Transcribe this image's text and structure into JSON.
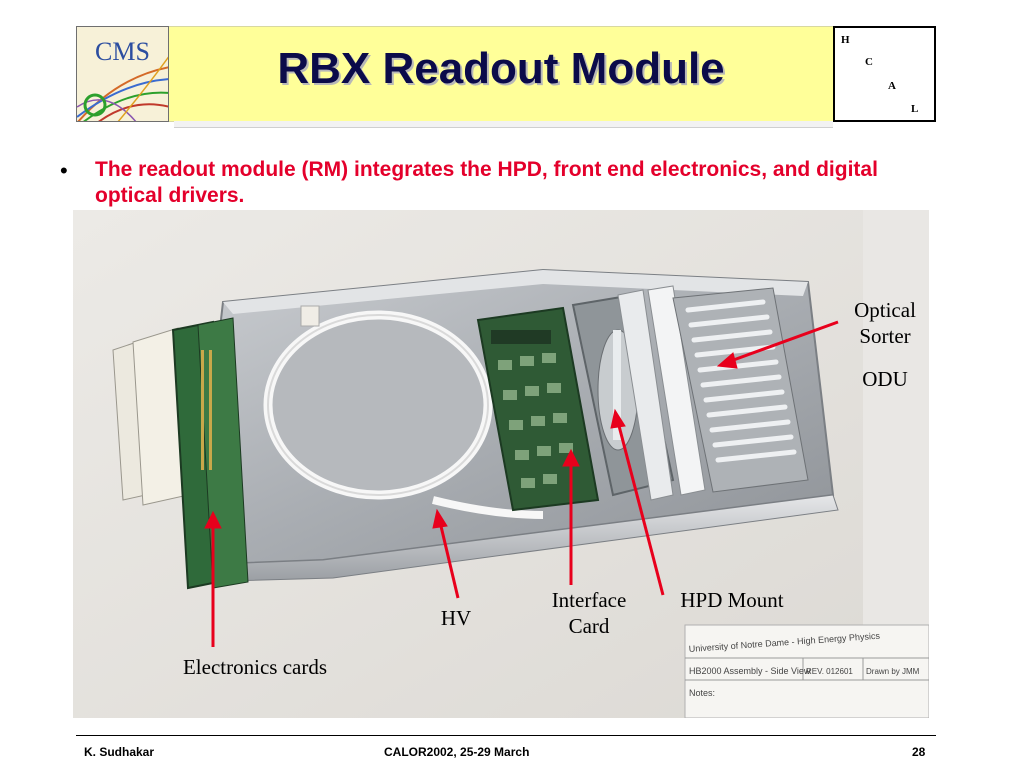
{
  "slide": {
    "title": "RBX Readout Module",
    "logo_text": "CMS",
    "hcal_letters": [
      "H",
      "C",
      "A",
      "L"
    ],
    "bullet": "The readout module (RM) integrates the HPD, front end electronics, and digital optical drivers."
  },
  "photo": {
    "labels": {
      "optical_sorter_line1": "Optical",
      "optical_sorter_line2": "Sorter",
      "odu": "ODU",
      "hpd_mount": "HPD Mount",
      "interface_card_line1": "Interface",
      "interface_card_line2": "Card",
      "hv": "HV",
      "electronics_cards": "Electronics cards"
    },
    "drawing_title_block": {
      "line1": "University of Notre Dame - High Energy Physics",
      "line2": "HB2000 Assembly - Side View",
      "rev": "REV. 012601",
      "drawn_by": "Drawn by JMM",
      "notes": "Notes:"
    },
    "arrow_color": "#e8001c"
  },
  "footer": {
    "author": "K. Sudhakar",
    "conference": "CALOR2002, 25-29 March",
    "page": "28"
  }
}
